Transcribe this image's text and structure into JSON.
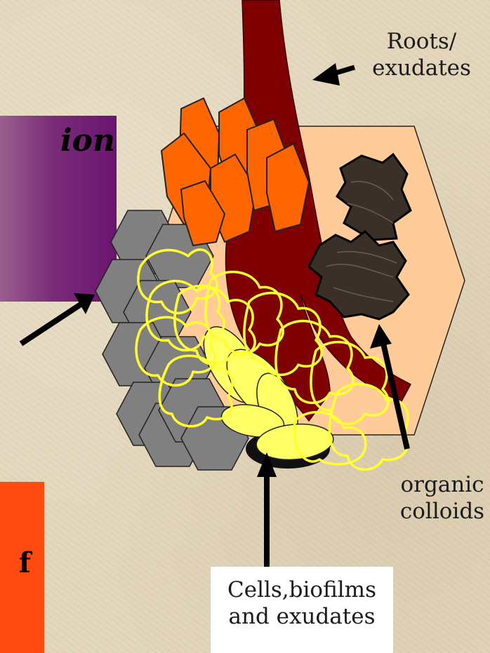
{
  "diagram": {
    "purple_box_text": "ion",
    "red_box_text": "f",
    "roots_label_line1": "Roots/",
    "roots_label_line2": "exudates",
    "organic_label_line1": "organic",
    "organic_label_line2": "colloids",
    "cells_label_line1": "Cells,biofilms",
    "cells_label_line2": "and exudates"
  },
  "colors": {
    "background": "#e3d6bb",
    "purple_box": "#7a2c78",
    "red_box": "#ff4a12",
    "root": "#7f0000",
    "orange_crystals": "#ff6600",
    "mineral_hexagon": "#ffcc99",
    "gray_hexagons": "#808080",
    "yellow_cells": "#ffff66",
    "organic_colloids": "#3a3028"
  }
}
